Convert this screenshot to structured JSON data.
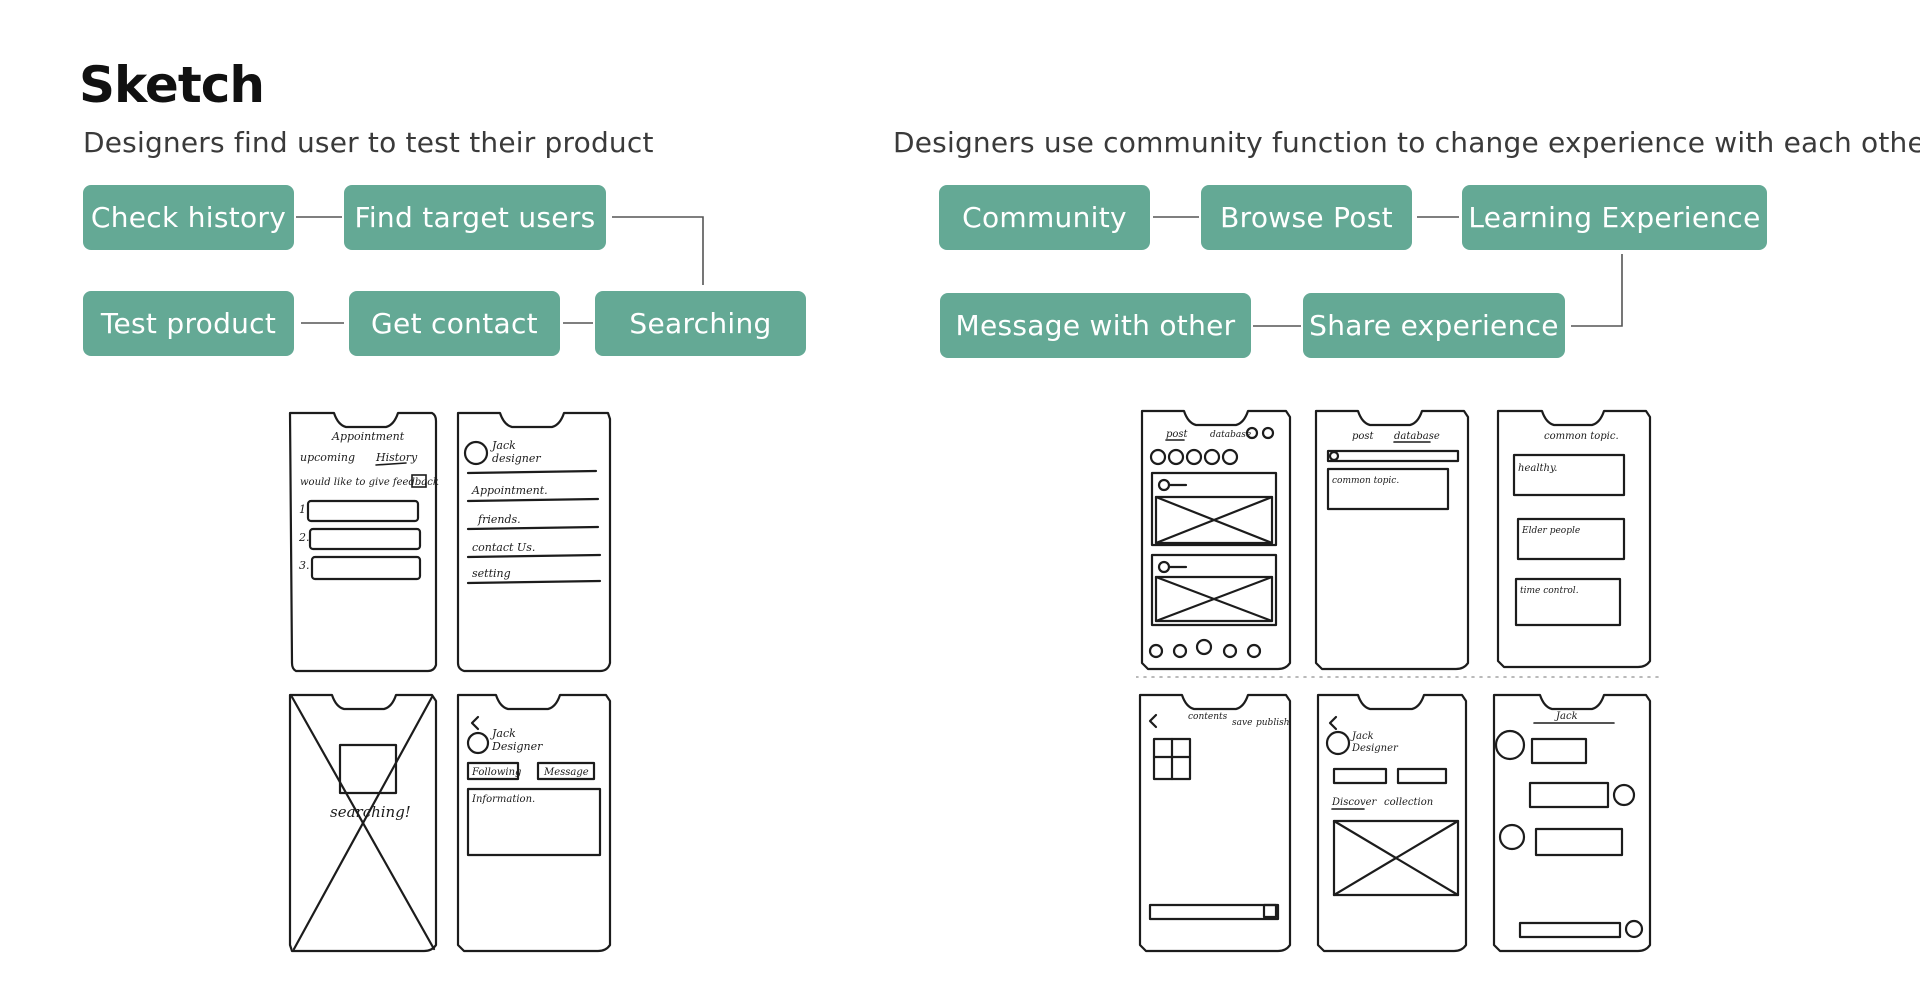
{
  "title": "Sketch",
  "left_flow": {
    "subtitle": "Designers find user to test their product",
    "steps": [
      "Check history",
      "Find target users",
      "Test product",
      "Get contact",
      "Searching"
    ]
  },
  "right_flow": {
    "subtitle": "Designers use community function to change experience with each other",
    "steps": [
      "Community",
      "Browse Post",
      "Learning Experience",
      "Message with other",
      "Share experience"
    ]
  },
  "left_sketches": {
    "s1": {
      "header": "Appointment",
      "tab1": "upcoming",
      "tab2": "History",
      "question": "would like to give feedback",
      "n1": "1.",
      "n2": "2.",
      "n3": "3."
    },
    "s2": {
      "name": "Jack",
      "role": "designer",
      "items": [
        "Appointment.",
        "friends.",
        "contact Us.",
        "setting"
      ]
    },
    "s3": {
      "label": "searching!"
    },
    "s4": {
      "name": "Jack",
      "role": "Designer",
      "btn1": "Following",
      "btn2": "Message",
      "info": "Information."
    }
  },
  "right_sketches": {
    "r1": {
      "tab1": "post",
      "tab2": "database"
    },
    "r2": {
      "tab1": "post",
      "tab2": "database",
      "card": "common topic."
    },
    "r3": {
      "header": "common topic.",
      "cards": [
        "healthy.",
        "Elder people",
        "time control."
      ]
    },
    "r4": {
      "label1": "contents",
      "label2": "save",
      "label3": "publish"
    },
    "r5": {
      "name": "Jack",
      "role": "Designer",
      "tab1": "Discover",
      "tab2": "collection"
    },
    "r6": {
      "header": "Jack"
    }
  }
}
